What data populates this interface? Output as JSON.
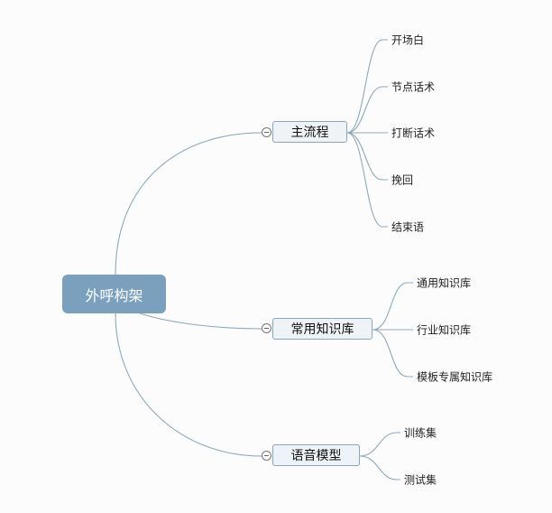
{
  "root": {
    "label": "外呼构架"
  },
  "branches": [
    {
      "label": "主流程",
      "children": [
        "开场白",
        "节点话术",
        "打断话术",
        "挽回",
        "结束语"
      ]
    },
    {
      "label": "常用知识库",
      "children": [
        "通用知识库",
        "行业知识库",
        "模板专属知识库"
      ]
    },
    {
      "label": "语音模型",
      "children": [
        "训练集",
        "测试集"
      ]
    }
  ],
  "colors": {
    "root": "#7aa0bd",
    "line": "#8aa6bb",
    "node_fill": "#eef3f7"
  }
}
